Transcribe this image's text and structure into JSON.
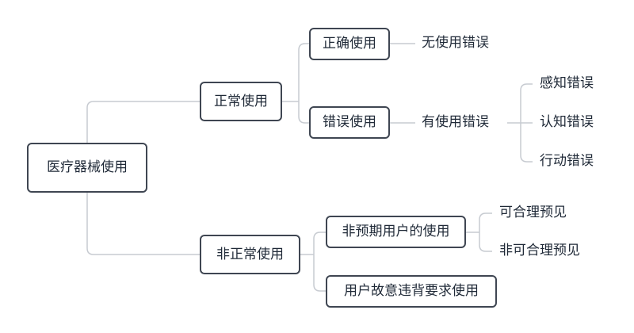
{
  "diagram": {
    "root": "医疗器械使用",
    "normal_use": "正常使用",
    "correct_use": "正确使用",
    "no_error": "无使用错误",
    "incorrect_use": "错误使用",
    "has_error": "有使用错误",
    "perception_error": "感知错误",
    "cognition_error": "认知错误",
    "action_error": "行动错误",
    "abnormal_use": "非正常使用",
    "unintended_user": "非预期用户的使用",
    "foreseeable": "可合理预见",
    "not_foreseeable": "非可合理预见",
    "intentional_violation": "用户故意违背要求使用"
  }
}
